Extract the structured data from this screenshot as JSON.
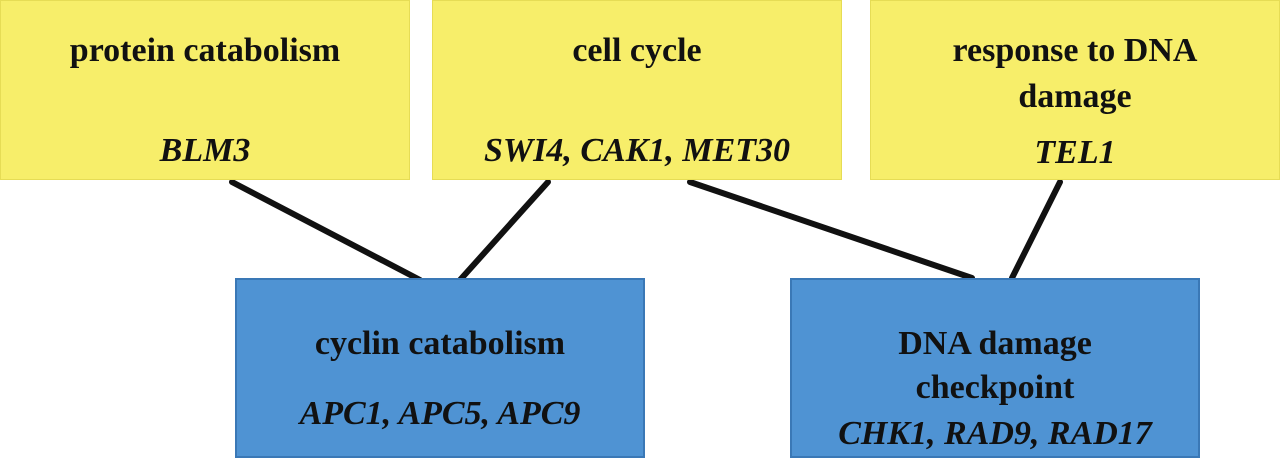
{
  "nodes": {
    "protein_catabolism": {
      "term": "protein catabolism",
      "genes": "BLM3"
    },
    "cell_cycle": {
      "term": "cell cycle",
      "genes": "SWI4, CAK1, MET30"
    },
    "response_dna_damage": {
      "term_line1": "response to DNA",
      "term_line2": "damage",
      "genes": "TEL1"
    },
    "cyclin_catabolism": {
      "term": "cyclin catabolism",
      "genes": "APC1, APC5, APC9"
    },
    "dna_damage_checkpoint": {
      "term_line1": "DNA damage",
      "term_line2": "checkpoint",
      "genes": "CHK1, RAD9, RAD17"
    }
  },
  "edges": [
    {
      "from": "protein_catabolism",
      "to": "cyclin_catabolism"
    },
    {
      "from": "cell_cycle",
      "to": "cyclin_catabolism"
    },
    {
      "from": "cell_cycle",
      "to": "dna_damage_checkpoint"
    },
    {
      "from": "response_dna_damage",
      "to": "dna_damage_checkpoint"
    }
  ],
  "colors": {
    "parent_fill": "#f7ee6a",
    "child_fill": "#4f93d3",
    "edge": "#111111"
  }
}
